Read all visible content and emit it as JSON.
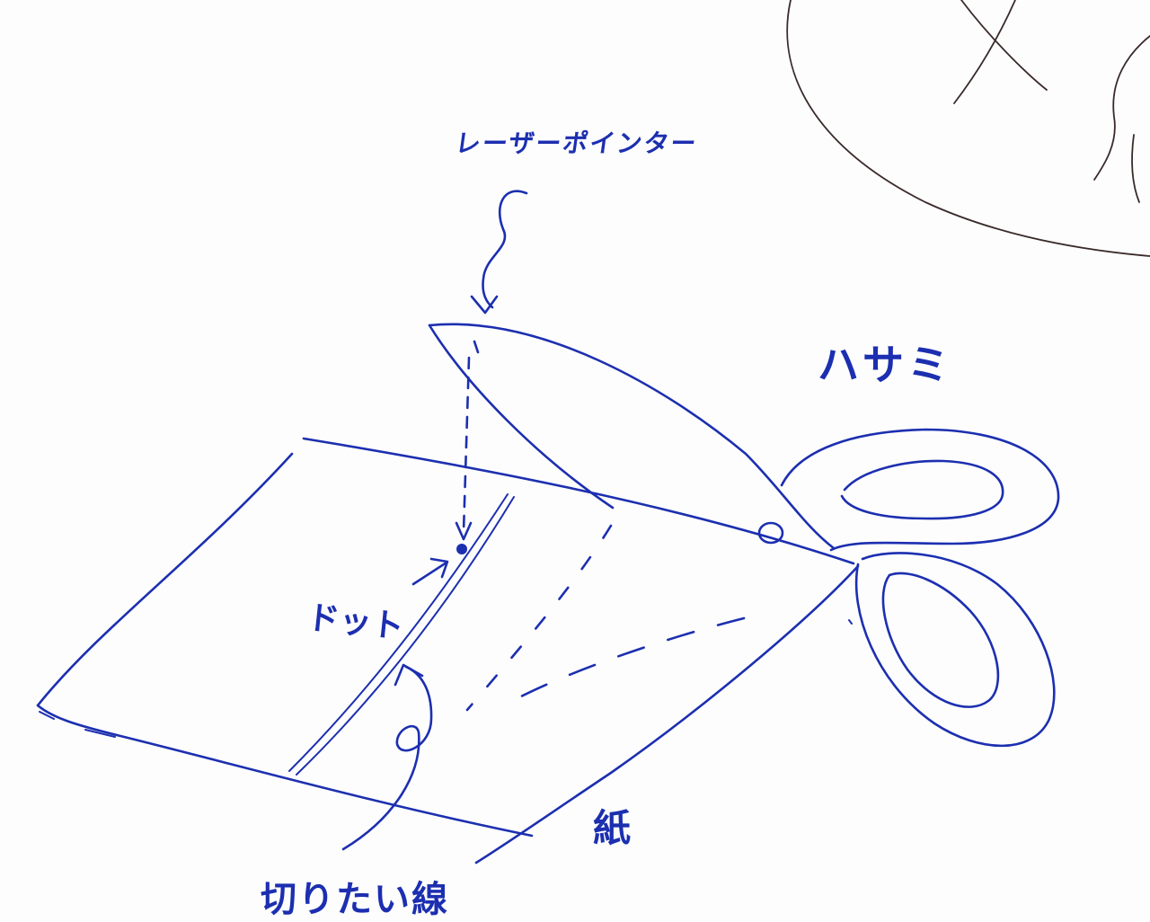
{
  "labels": {
    "laser_pointer": "レーザーポインター",
    "scissors": "ハサミ",
    "dot": "ドット",
    "paper": "紙",
    "cut_line": "切りたい線"
  },
  "colors": {
    "ink": "#1c2fb0",
    "pencil": "#3a2a2a",
    "background": "#fdfdfd"
  }
}
